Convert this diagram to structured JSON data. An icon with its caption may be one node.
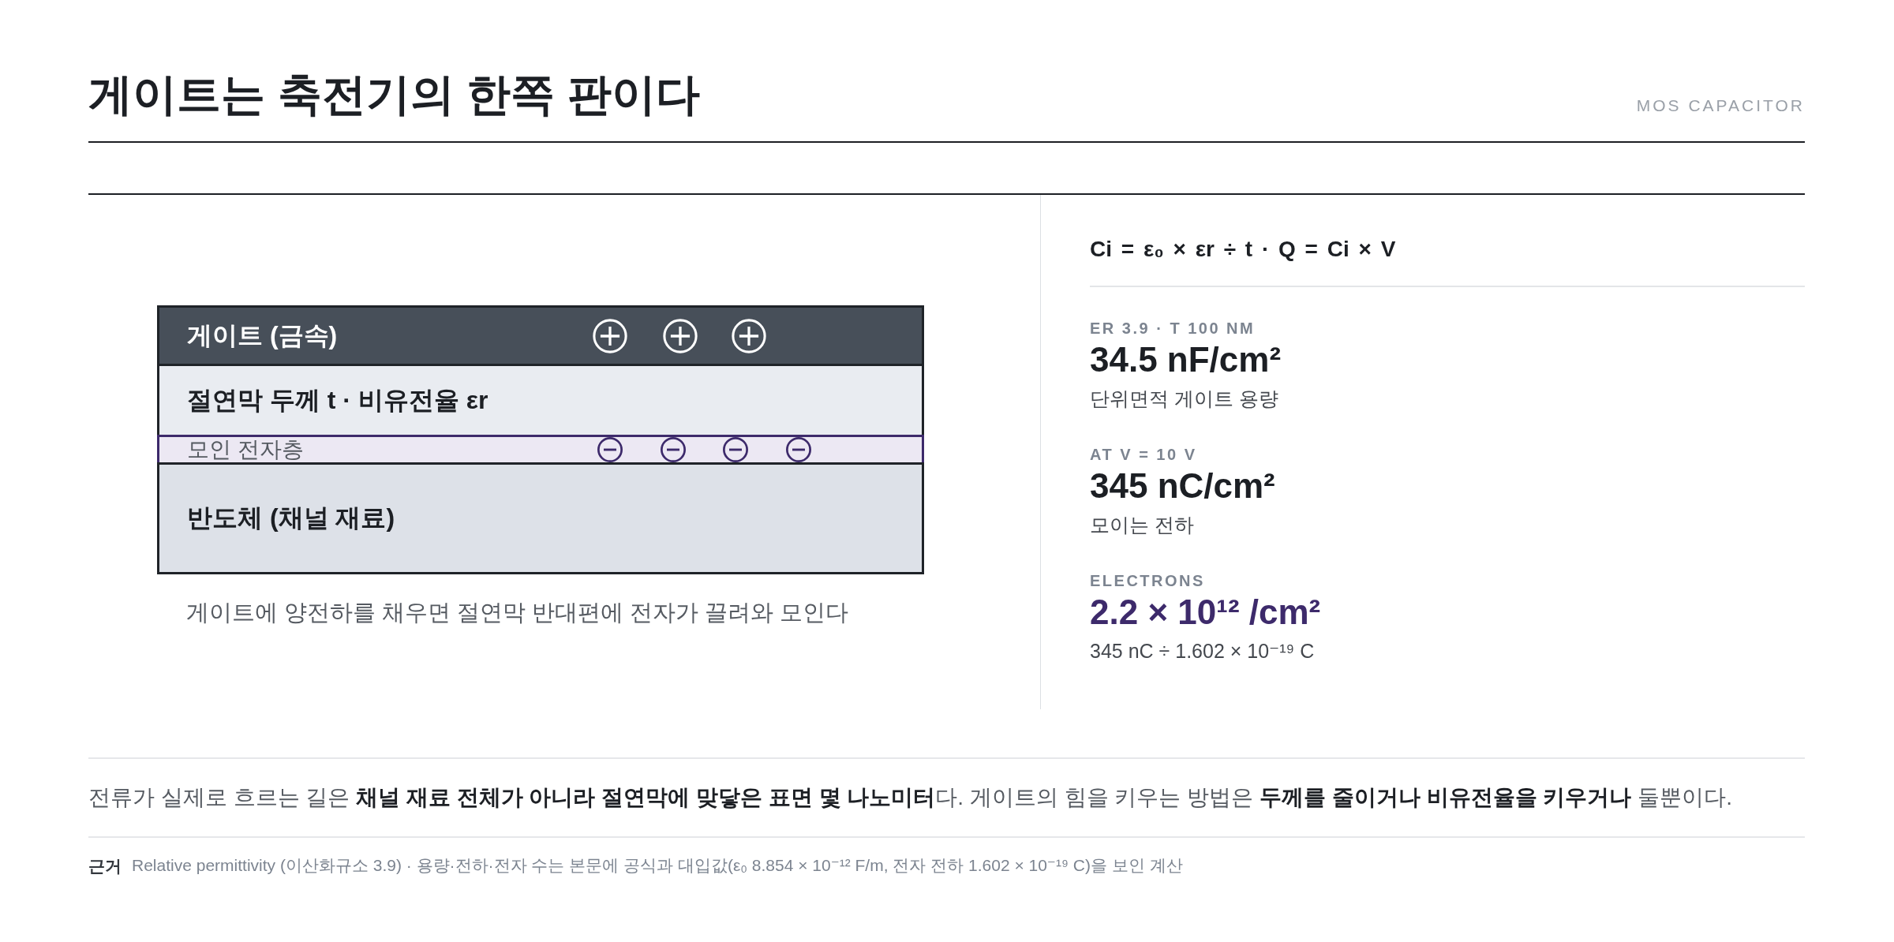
{
  "diagram": {
    "title": "게이트는 축전기의 한쪽 판이다",
    "caption": "게이트에 양전하를 채우면 절연막 반대편에 전자가 끌려와 모인다",
    "nodes": [
      {
        "text": [
          "게이트 (금속)"
        ]
      },
      {
        "text": [
          "절연막 두께 t · 비유전율 εr"
        ]
      },
      {
        "text": [
          "모인 전자층"
        ]
      },
      {
        "text": [
          "반도체 (채널 재료)"
        ]
      }
    ],
    "labels": [
      "MOS CAPACITOR",
      "Ci = ε₀ × εr ÷ t · Q = Ci × V",
      "ER 3.9 · T 100 NM",
      "34.5 nF/cm²",
      "단위면적 게이트 용량",
      "AT V = 10 V",
      "345 nC/cm²",
      "모이는 전하",
      "ELECTRONS",
      "2.2 × 10¹² /cm²",
      "345 nC ÷ 1.602 × 10⁻¹⁹ C",
      "전류가 실제로 흐르는 길은 **채널 재료 전체가 아니라 절연막에 맞닿은 표면 몇 나노미터**다. 게이트의 힘을 키우는 방법은 **두께를 줄이거나 비유전율을 키우거나** 둘뿐이다.",
      "근거",
      "Relative permittivity (이산화규소 3.9) · 용량·전하·전자 수는 본문에 공식과 대입값(ε₀ 8.854 × 10⁻¹² F/m, 전자 전하 1.602 × 10⁻¹⁹ C)을 보인 계산"
    ]
  }
}
